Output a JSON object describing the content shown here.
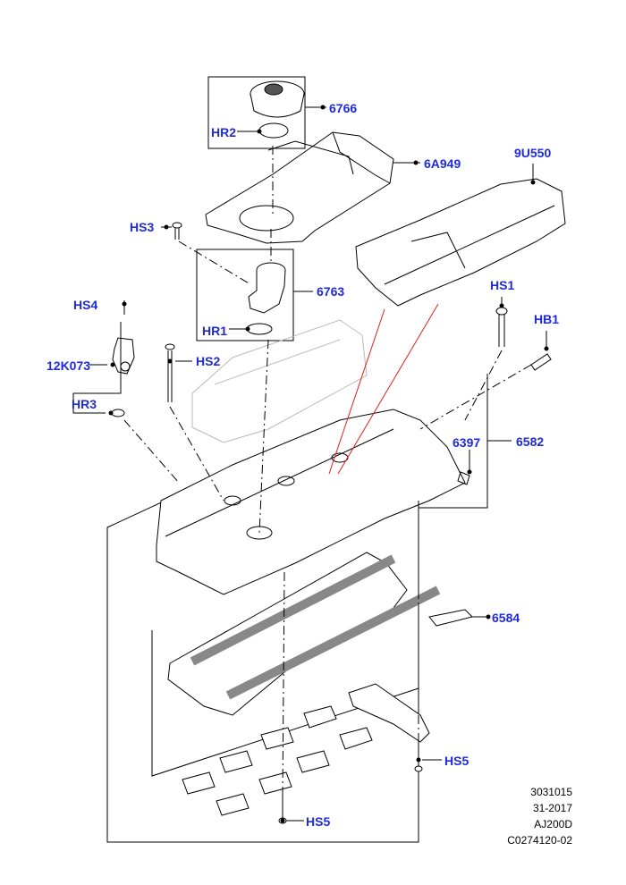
{
  "colors": {
    "label": "#1f2bd8",
    "line": "#000000",
    "part_fill": "#ffffff",
    "part_shadow": "#d9d9d9",
    "callout_red": "#e0201a"
  },
  "labels": {
    "l6766": "6766",
    "hr2": "HR2",
    "l6a949": "6A949",
    "l9u550": "9U550",
    "hs3": "HS3",
    "l6763": "6763",
    "hr1": "HR1",
    "hs4": "HS4",
    "l12k073": "12K073",
    "hr3": "HR3",
    "hs2": "HS2",
    "hs1": "HS1",
    "hb1": "HB1",
    "l6397": "6397",
    "l6582": "6582",
    "l6584": "6584",
    "hs5a": "HS5",
    "hs5b": "HS5"
  },
  "reference": {
    "line1": "3031015",
    "line2": "31-2017",
    "line3": "AJ200D",
    "line4": "C0274120-02"
  }
}
